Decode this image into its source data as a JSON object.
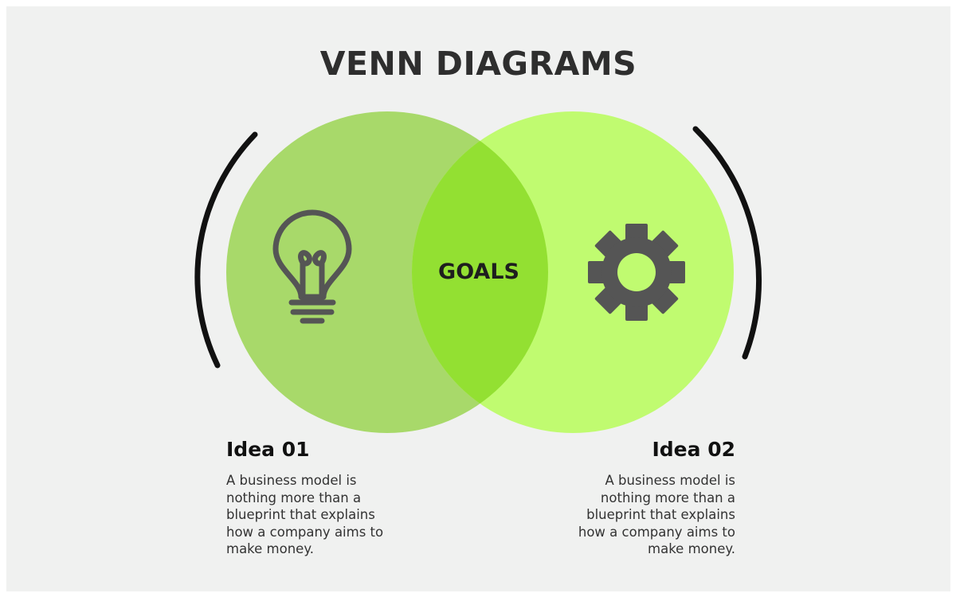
{
  "title": "VENN DIAGRAMS",
  "center_label": "GOALS",
  "colors": {
    "background": "#f0f1f0",
    "left_circle": "#a8d96a",
    "right_circle": "#c0fb70",
    "overlap": "#93e032",
    "icons": "#555555",
    "arcs": "#111111"
  },
  "left": {
    "icon": "lightbulb-icon",
    "heading": "Idea 01",
    "body": "A business model is nothing more than a blueprint that explains how a company aims to make money."
  },
  "right": {
    "icon": "gear-icon",
    "heading": "Idea 02",
    "body": "A business model is nothing more than a blueprint that explains how a company aims to make money."
  }
}
